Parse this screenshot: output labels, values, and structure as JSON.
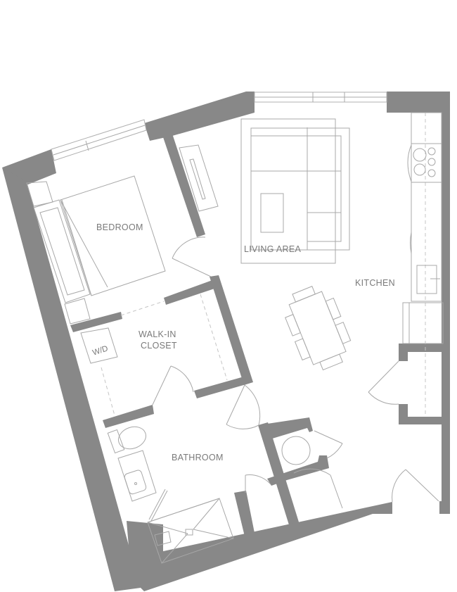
{
  "floor_plan": {
    "colors": {
      "background": "#ffffff",
      "wall": "#888888",
      "fixture_line": "#a8a8a8",
      "label": "#7a7a7a"
    },
    "rooms": {
      "bedroom": "BEDROOM",
      "living_area": "LIVING AREA",
      "kitchen": "KITCHEN",
      "walk_in_closet_line1": "WALK-IN",
      "walk_in_closet_line2": "CLOSET",
      "bathroom": "BATHROOM"
    },
    "fixtures": {
      "washer_dryer": "W/D"
    }
  }
}
